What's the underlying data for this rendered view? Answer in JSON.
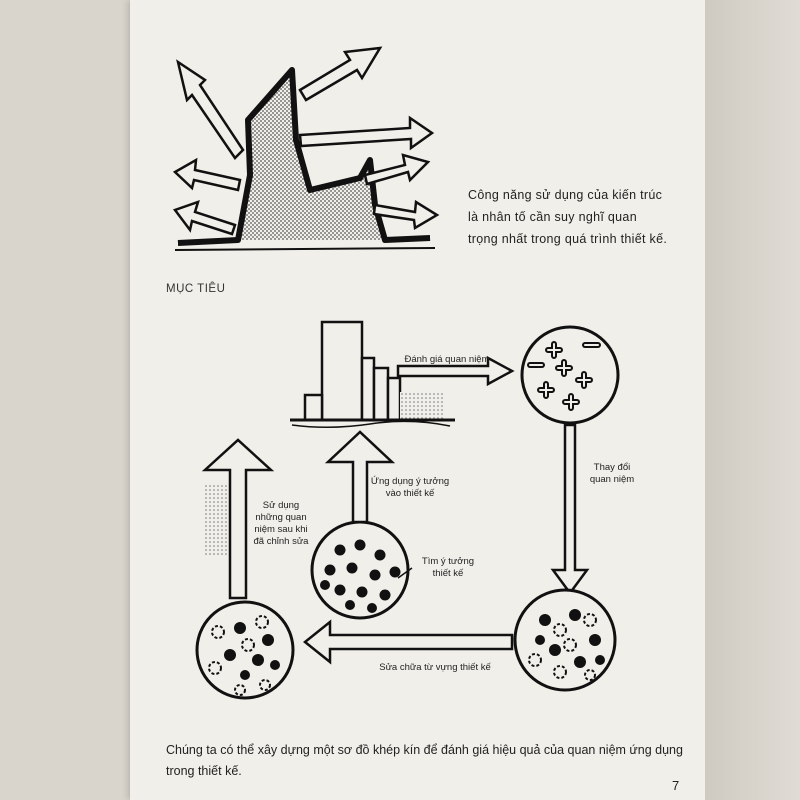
{
  "caption_top": "Công  năng sử dụng của kiến trúc là nhân tố cần suy nghĩ quan trọng nhất trong quá trình thiết kế.",
  "section_label": "MỤC TIÊU",
  "diagram_labels": {
    "evaluate": "Đánh giá quan niệm",
    "apply_idea": "Ứng dụng ý tưởng vào thiết kế",
    "use_concepts": "Sử dụng những quan niệm sau khi đã chỉnh sửa",
    "find_idea": "Tìm ý tưởng thiết kế",
    "change_concept": "Thay đổi quan niệm",
    "fix_vocab": "Sửa chữa từ vựng thiết kế"
  },
  "caption_bottom": "Chúng ta có thể xây dựng một  sơ đồ khép kín để đánh giá hiệu quả của quan niệm ứng dụng trong thiết kế.",
  "page_number": "7"
}
